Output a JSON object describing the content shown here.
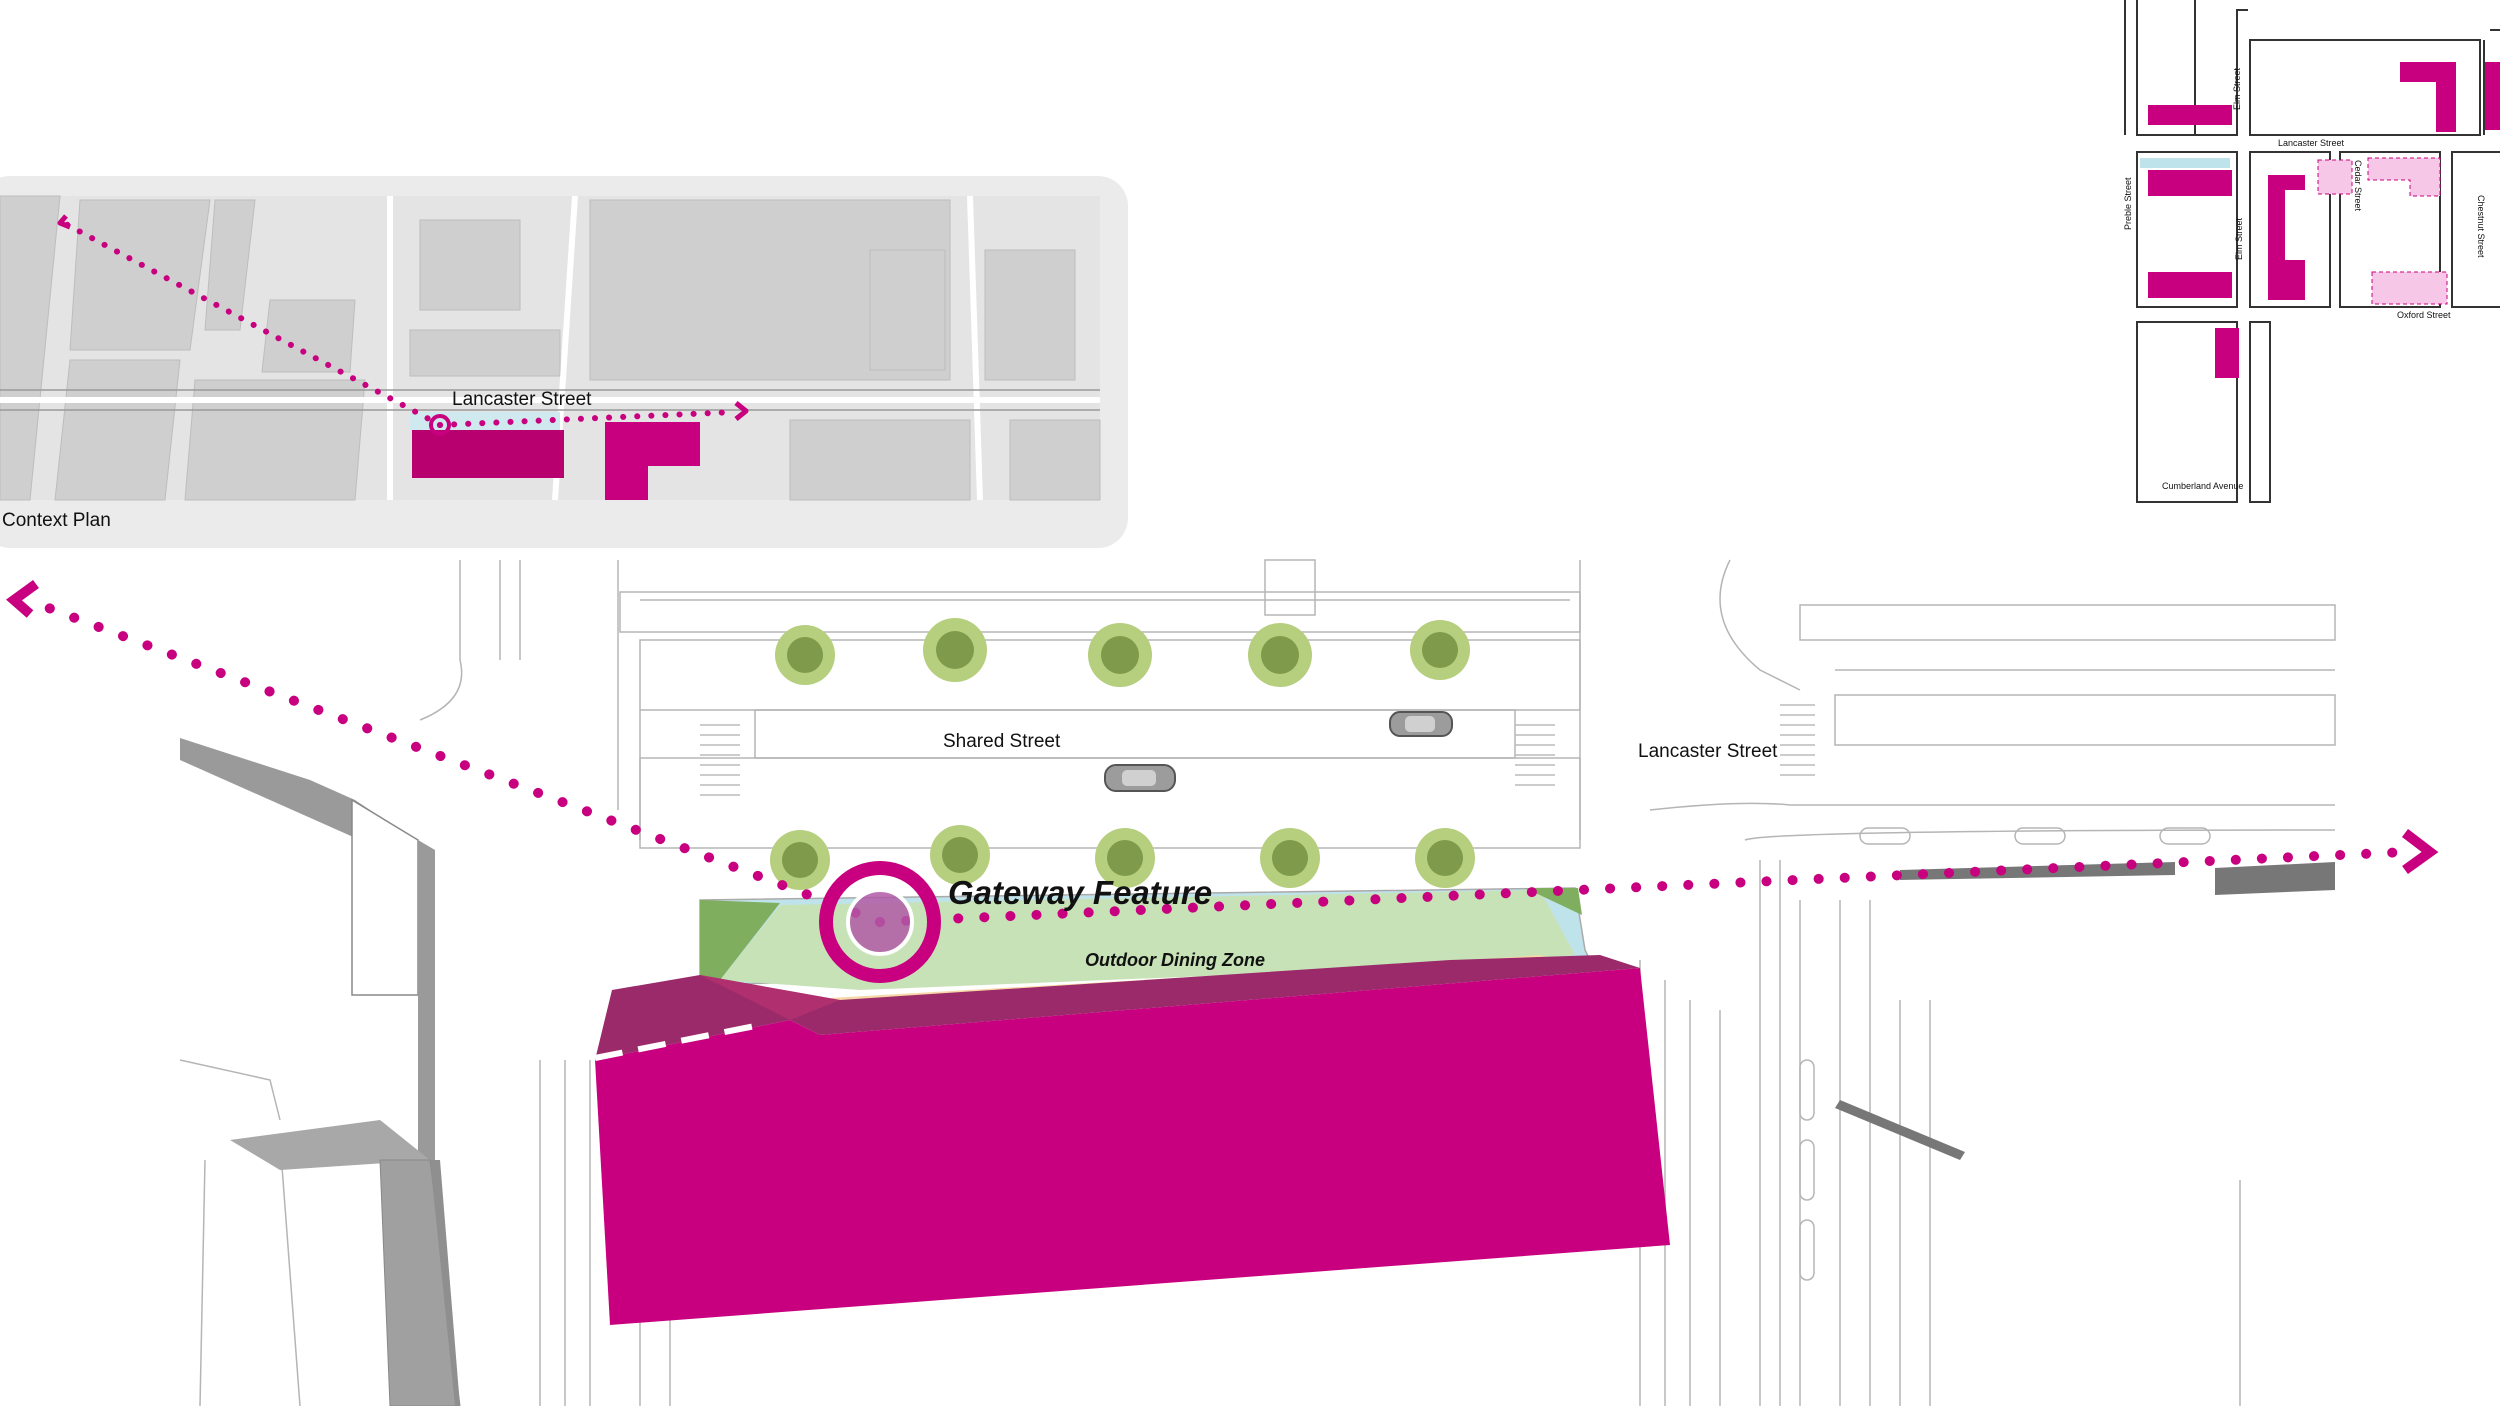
{
  "context_plan": {
    "title": "Context Plan",
    "street_label": "Lancaster Street"
  },
  "key_map": {
    "streets": {
      "lancaster": "Lancaster Street",
      "elm_north": "Elm Street",
      "elm_south": "Elm Street",
      "preble": "Preble Street",
      "cedar": "Cedar Street",
      "chestnut": "Chestnut Street",
      "oxford": "Oxford Street",
      "cumberland": "Cumberland Avenue"
    }
  },
  "main_plan": {
    "shared_street": "Shared Street",
    "lancaster_street": "Lancaster Street",
    "gateway_feature": "Gateway Feature",
    "outdoor_dining": "Outdoor Dining Zone"
  },
  "colors": {
    "accent": "#c8007f",
    "accent_light": "#f6c7e6",
    "tree": "#a8c86a",
    "dining_green": "#bfe0b0",
    "dining_blue": "#bfe3ea",
    "context_bg": "#e2e2e2",
    "building_gray": "#a8a8a8"
  },
  "icons": [
    "arrow-left-icon",
    "arrow-right-icon",
    "tree-icon",
    "car-icon",
    "target-ring-icon"
  ]
}
